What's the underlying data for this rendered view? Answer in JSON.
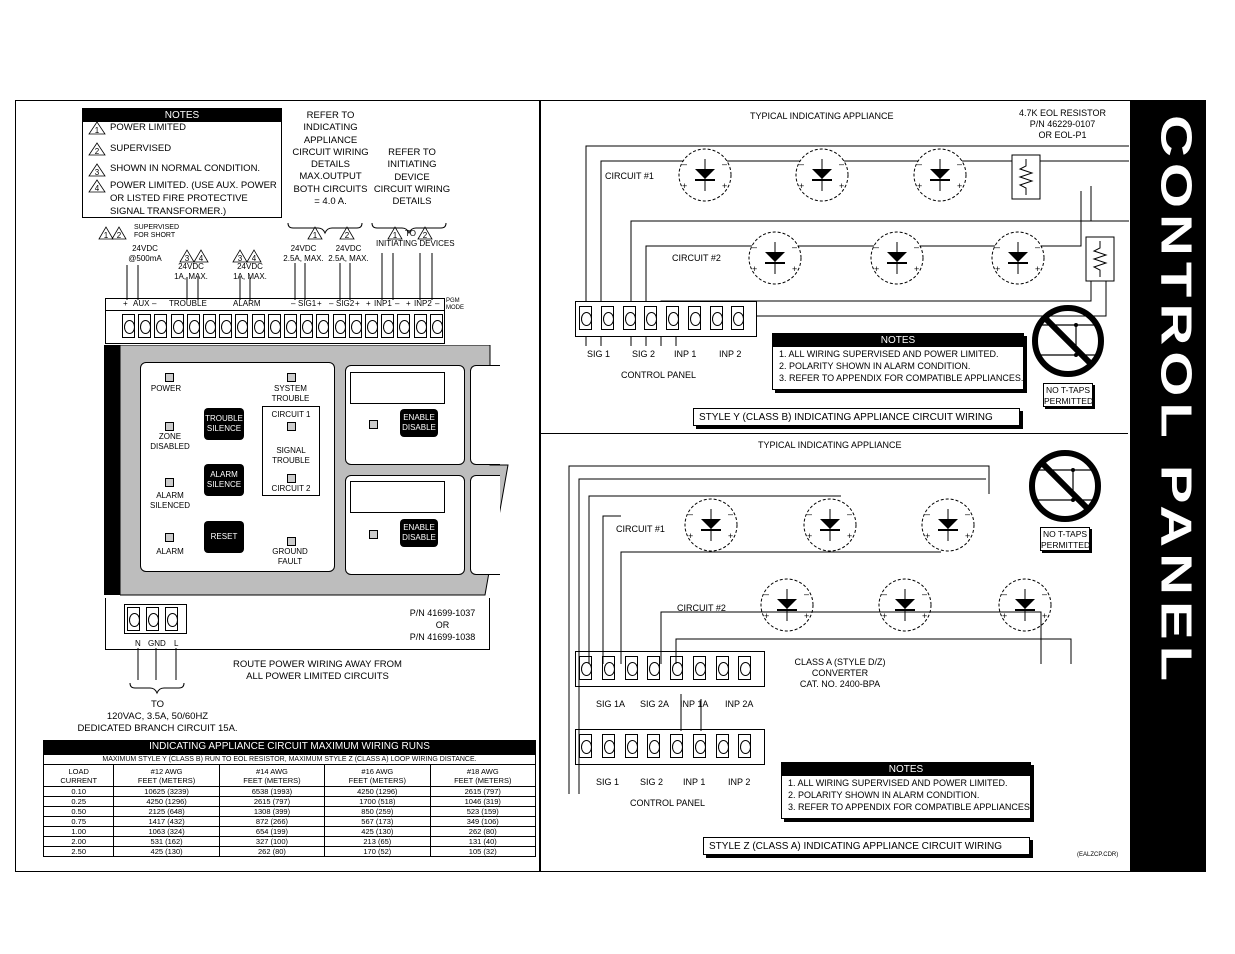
{
  "title": "CONTROL PANEL",
  "notes_left": {
    "header": "NOTES",
    "items": [
      {
        "num": "1",
        "text": "POWER LIMITED"
      },
      {
        "num": "2",
        "text": "SUPERVISED"
      },
      {
        "num": "3",
        "text": "SHOWN IN NORMAL CONDITION."
      },
      {
        "num": "4",
        "text": "POWER LIMITED. (USE AUX. POWER"
      },
      {
        "num": "",
        "text": "OR LISTED FIRE PROTECTIVE"
      },
      {
        "num": "",
        "text": "SIGNAL TRANSFORMER.)"
      }
    ]
  },
  "refer_indicating": [
    "REFER TO",
    "INDICATING",
    "APPLIANCE",
    "CIRCUIT WIRING",
    "DETAILS",
    "MAX.OUTPUT",
    "BOTH CIRCUITS",
    "= 4.0 A."
  ],
  "refer_initiating": [
    "REFER TO",
    "INITIATING",
    "DEVICE",
    "CIRCUIT WIRING",
    "DETAILS"
  ],
  "supervised_for_short": [
    "SUPERVISED",
    "FOR SHORT"
  ],
  "aux_rating": [
    "24VDC",
    "@500mA"
  ],
  "trouble_rating": [
    "24VDC",
    "1A, MAX."
  ],
  "alarm_rating": [
    "24VDC",
    "1A, MAX."
  ],
  "sig1_rating": [
    "24VDC",
    "2.5A, MAX."
  ],
  "sig2_rating": [
    "24VDC",
    "2.5A, MAX."
  ],
  "to_initiating": {
    "to": "TO",
    "devices": "INITIATING DEVICES"
  },
  "terminal_labels": {
    "aux": "AUX",
    "trouble": "TROUBLE",
    "alarm": "ALARM",
    "sig1": "SIG1",
    "sig2": "SIG2",
    "inp1": "INP1",
    "inp2": "INP2",
    "pgm": "PGM",
    "mode": "MODE"
  },
  "panel": {
    "power": "POWER",
    "system_trouble": [
      "SYSTEM",
      "TROUBLE"
    ],
    "trouble_silence": [
      "TROUBLE",
      "SILENCE"
    ],
    "zone_disabled": [
      "ZONE",
      "DISABLED"
    ],
    "circuit1": "CIRCUIT 1",
    "signal_trouble": [
      "SIGNAL",
      "TROUBLE"
    ],
    "alarm_silence": [
      "ALARM",
      "SILENCE"
    ],
    "alarm_silenced": [
      "ALARM",
      "SILENCED"
    ],
    "circuit2": "CIRCUIT 2",
    "reset": "RESET",
    "alarm": "ALARM",
    "ground_fault": [
      "GROUND",
      "FAULT"
    ],
    "enable_disable": [
      "ENABLE",
      "DISABLE"
    ]
  },
  "power_terminals": {
    "n": "N",
    "gnd": "GND",
    "l": "L"
  },
  "part_numbers": [
    "P/N 41699-1037",
    "OR",
    "P/N 41699-1038"
  ],
  "route_power": [
    "ROUTE POWER WIRING AWAY FROM",
    "ALL POWER LIMITED CIRCUITS"
  ],
  "to_power": [
    "TO",
    "120VAC, 3.5A, 50/60HZ",
    "DEDICATED BRANCH CIRCUIT 15A."
  ],
  "runs_table": {
    "header": "INDICATING APPLIANCE CIRCUIT MAXIMUM WIRING RUNS",
    "subheader": "MAXIMUM STYLE Y (CLASS B) RUN TO EOL RESISTOR, MAXIMUM STYLE Z (CLASS A) LOOP WIRING DISTANCE.",
    "col0": [
      "LOAD",
      "CURRENT"
    ],
    "cols": [
      [
        "#12 AWG",
        "FEET (METERS)"
      ],
      [
        "#14 AWG",
        "FEET (METERS)"
      ],
      [
        "#16 AWG",
        "FEET (METERS)"
      ],
      [
        "#18 AWG",
        "FEET (METERS)"
      ]
    ],
    "rows": [
      [
        "0.10",
        "10625 (3239)",
        "6538 (1993)",
        "4250 (1296)",
        "2615 (797)"
      ],
      [
        "0.25",
        "4250 (1296)",
        "2615 (797)",
        "1700 (518)",
        "1046 (319)"
      ],
      [
        "0.50",
        "2125 (648)",
        "1308 (399)",
        "850 (259)",
        "523 (159)"
      ],
      [
        "0.75",
        "1417 (432)",
        "872 (266)",
        "567 (173)",
        "349 (106)"
      ],
      [
        "1.00",
        "1063 (324)",
        "654 (199)",
        "425 (130)",
        "262 (80)"
      ],
      [
        "2.00",
        "531 (162)",
        "327 (100)",
        "213 (65)",
        "131 (40)"
      ],
      [
        "2.50",
        "425 (130)",
        "262 (80)",
        "170 (52)",
        "105 (32)"
      ]
    ]
  },
  "style_y": {
    "typical": "TYPICAL INDICATING APPLIANCE",
    "eol": [
      "4.7K EOL RESISTOR",
      "P/N 46229-0107",
      "OR EOL-P1"
    ],
    "circuit1": "CIRCUIT #1",
    "circuit2": "CIRCUIT #2",
    "terminals": [
      "SIG 1",
      "SIG 2",
      "INP 1",
      "INP 2"
    ],
    "control_panel": "CONTROL PANEL",
    "notes_header": "NOTES",
    "notes": [
      "1. ALL WIRING SUPERVISED AND POWER LIMITED.",
      "2. POLARITY SHOWN IN ALARM CONDITION.",
      "3. REFER TO APPENDIX FOR COMPATIBLE APPLIANCES."
    ],
    "no_ttaps": [
      "NO T-TAPS",
      "PERMITTED"
    ],
    "caption": "STYLE Y (CLASS B) INDICATING APPLIANCE CIRCUIT WIRING"
  },
  "style_z": {
    "typical": "TYPICAL INDICATING APPLIANCE",
    "circuit1": "CIRCUIT #1",
    "circuit2": "CIRCUIT #2",
    "converter_terminals": [
      "SIG 1A",
      "SIG 2A",
      "INP 1A",
      "INP 2A"
    ],
    "converter": [
      "CLASS A (STYLE D/Z)",
      "CONVERTER",
      "CAT. NO. 2400-BPA"
    ],
    "terminals": [
      "SIG 1",
      "SIG 2",
      "INP 1",
      "INP 2"
    ],
    "control_panel": "CONTROL PANEL",
    "notes_header": "NOTES",
    "notes": [
      "1. ALL WIRING SUPERVISED AND POWER LIMITED.",
      "2. POLARITY SHOWN IN ALARM CONDITION.",
      "3. REFER TO APPENDIX FOR COMPATIBLE APPLIANCES."
    ],
    "no_ttaps": [
      "NO T-TAPS",
      "PERMITTED"
    ],
    "caption": "STYLE Z (CLASS A) INDICATING APPLIANCE CIRCUIT WIRING",
    "file_ref": "(EALZCP.CDR)"
  }
}
